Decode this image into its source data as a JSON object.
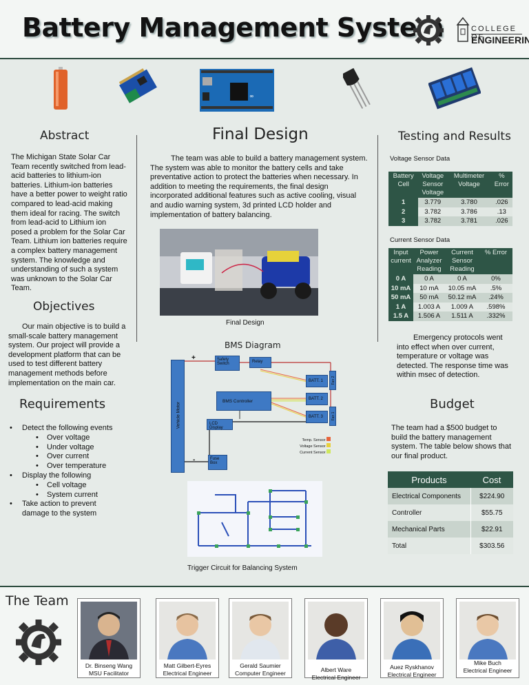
{
  "header": {
    "title": "Battery Management System",
    "college_line1": "COLLEGE OF",
    "college_line2": "ENGINEERING"
  },
  "abstract": {
    "heading": "Abstract",
    "text": "The Michigan State  Solar Car Team recently switched from lead-acid batteries to lithium-ion batteries. Lithium-ion batteries have a better power to weight ratio compared to lead-acid making them ideal for racing. The switch from lead-acid to Lithium ion posed a problem for the Solar Car Team. Lithium ion batteries require a complex battery management system. The knowledge and understanding of such a system was unknown to the Solar Car Team."
  },
  "objectives": {
    "heading": "Objectives",
    "text": "Our main objective is to build a small-scale battery management system. Our project will provide a development platform that can be used to test different  battery management methods before implementation on the main car."
  },
  "requirements": {
    "heading": "Requirements",
    "items": [
      "Detect the following events",
      "Over voltage",
      "Under voltage",
      "Over current",
      "Over temperature",
      "Display the following",
      "Cell voltage",
      "System current",
      "Take action to prevent",
      "damage to the system"
    ]
  },
  "final_design": {
    "heading": "Final Design",
    "text": "The team was able to build a battery management system. The system was able to monitor the battery cells and take preventative action to protect the batteries when necessary. In addition to meeting the requirements, the final design incorporated additional features such as active cooling, visual and audio warning system, 3d printed LCD holder and implementation of battery balancing.",
    "photo_caption": "Final Design",
    "diagram_title": "BMS Diagram",
    "circuit_caption": "Trigger Circuit for Balancing System",
    "diagram": {
      "vehicle_motor": "Vehicle Motor",
      "safety_switch": "Safety Switch",
      "relay": "Relay",
      "batt1": "BATT. 1",
      "batt2": "BATT. 2",
      "batt3": "BATT. 3",
      "fan2": "Fan 2",
      "fan1": "Fan 1",
      "controller": "BMS Controller",
      "lcd": "LCD Display",
      "fuse": "Fuse Box",
      "plus": "+",
      "minus": "-",
      "legend": [
        "Temp. Sensor",
        "Voltage Sensor",
        "Current Sensor"
      ],
      "legend_colors": [
        "#e8643c",
        "#e8d03c",
        "#cfe85c"
      ]
    }
  },
  "testing": {
    "heading": "Testing and Results",
    "voltage_title": "Voltage Sensor Data",
    "voltage_headers": [
      "Battery Cell",
      "Voltage Sensor Voltage",
      "Multimeter Voltage",
      "% Error"
    ],
    "voltage_rows": [
      [
        "1",
        "3.779",
        "3.780",
        ".026"
      ],
      [
        "2",
        "3.782",
        "3.786",
        ".13"
      ],
      [
        "3",
        "3.782",
        "3.781",
        ".026"
      ]
    ],
    "current_title": "Current Sensor Data",
    "current_headers": [
      "Input current",
      "Power Analyzer Reading",
      "Current Sensor Reading",
      "% Error"
    ],
    "current_rows": [
      [
        "0 A",
        "0 A",
        "0 A",
        "0%"
      ],
      [
        "10 mA",
        "10 mA",
        "10.05 mA",
        ".5%"
      ],
      [
        "50 mA",
        "50 mA",
        "50.12 mA",
        ".24%"
      ],
      [
        "1 A",
        "1.003 A",
        "1.009 A",
        ".598%"
      ],
      [
        "1.5 A",
        "1.506 A",
        "1.511 A",
        ".332%"
      ]
    ],
    "emergency_text": "Emergency protocols went into effect when over current, temperature or voltage was detected. The response time was within msec of detection."
  },
  "budget": {
    "heading": "Budget",
    "text": "The team had a $500 budget to build the battery management system. The table below shows that our final product.",
    "headers": [
      "Products",
      "Cost"
    ],
    "rows": [
      [
        "Electrical Components",
        "$224.90"
      ],
      [
        "Controller",
        "$55.75"
      ],
      [
        "Mechanical Parts",
        "$22.91"
      ],
      [
        "Total",
        "$303.56"
      ]
    ]
  },
  "team": {
    "heading": "The Team",
    "members": [
      {
        "name": "Dr. Binseng Wang",
        "role": "MSU Facilitator"
      },
      {
        "name": "Matt Gilbert-Eyres",
        "role": "Electrical Engineer"
      },
      {
        "name": "Gerald Saumier",
        "role": "Computer Engineer"
      },
      {
        "name": "Albert Ware",
        "role": "Electrical Engineer"
      },
      {
        "name": "Auez Ryskhanov",
        "role": "Electrical Engineer"
      },
      {
        "name": "Mike Buch",
        "role": "Electrical Engineer"
      }
    ]
  }
}
